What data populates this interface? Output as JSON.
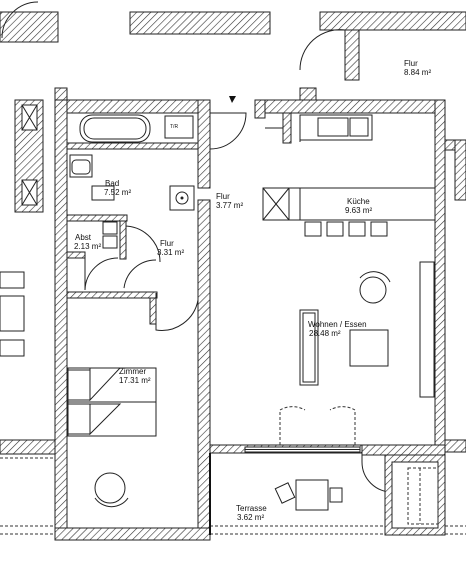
{
  "rooms": {
    "flur_top": {
      "name": "Flur",
      "area": "8.84 m²"
    },
    "bad": {
      "name": "Bad",
      "area": "7.52 m²"
    },
    "flur_main": {
      "name": "Flur",
      "area": "3.77 m²"
    },
    "kueche": {
      "name": "Küche",
      "area": "9.63 m²"
    },
    "abst": {
      "name": "Abst",
      "area": "2.13 m²"
    },
    "flur_small": {
      "name": "Flur",
      "area": "3.31 m²"
    },
    "wohnen": {
      "name": "Wohnen / Essen",
      "area": "28.48 m²"
    },
    "zimmer": {
      "name": "Zimmer",
      "area": "17.31 m²"
    },
    "terrasse": {
      "name": "Terrasse",
      "area": "3.62 m²"
    }
  },
  "colors": {
    "wall_stroke": "#222222",
    "background": "#ffffff"
  }
}
